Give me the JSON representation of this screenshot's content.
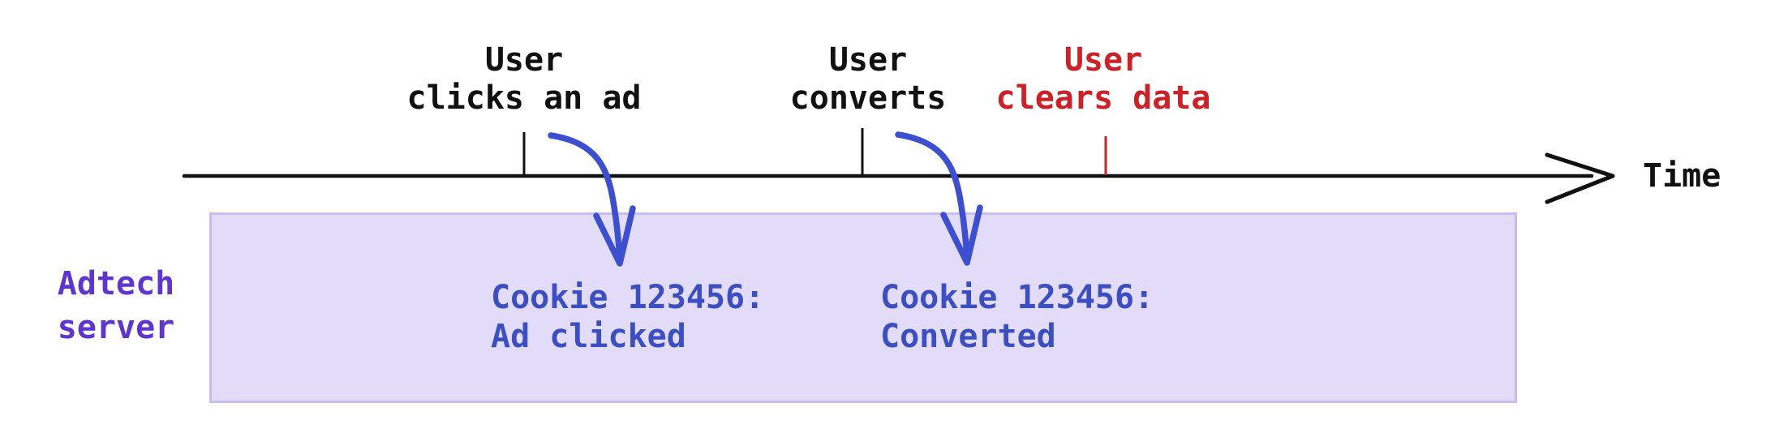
{
  "colors": {
    "black": "#111111",
    "red": "#ce2127",
    "blue-arrow": "#3d4fd1",
    "blue-text": "#3b4ec4",
    "purple-text": "#5c35d2",
    "box-fill": "#e2dcf8",
    "box-border": "#c9bcef"
  },
  "timeline": {
    "axis_label": "Time",
    "events": [
      {
        "label": "User\nclicks an ad",
        "color": "black"
      },
      {
        "label": "User\nconverts",
        "color": "black"
      },
      {
        "label": "User\nclears data",
        "color": "red"
      }
    ]
  },
  "server": {
    "label": "Adtech\nserver",
    "records": [
      {
        "text": "Cookie 123456:\nAd clicked"
      },
      {
        "text": "Cookie 123456:\nConverted"
      }
    ]
  }
}
